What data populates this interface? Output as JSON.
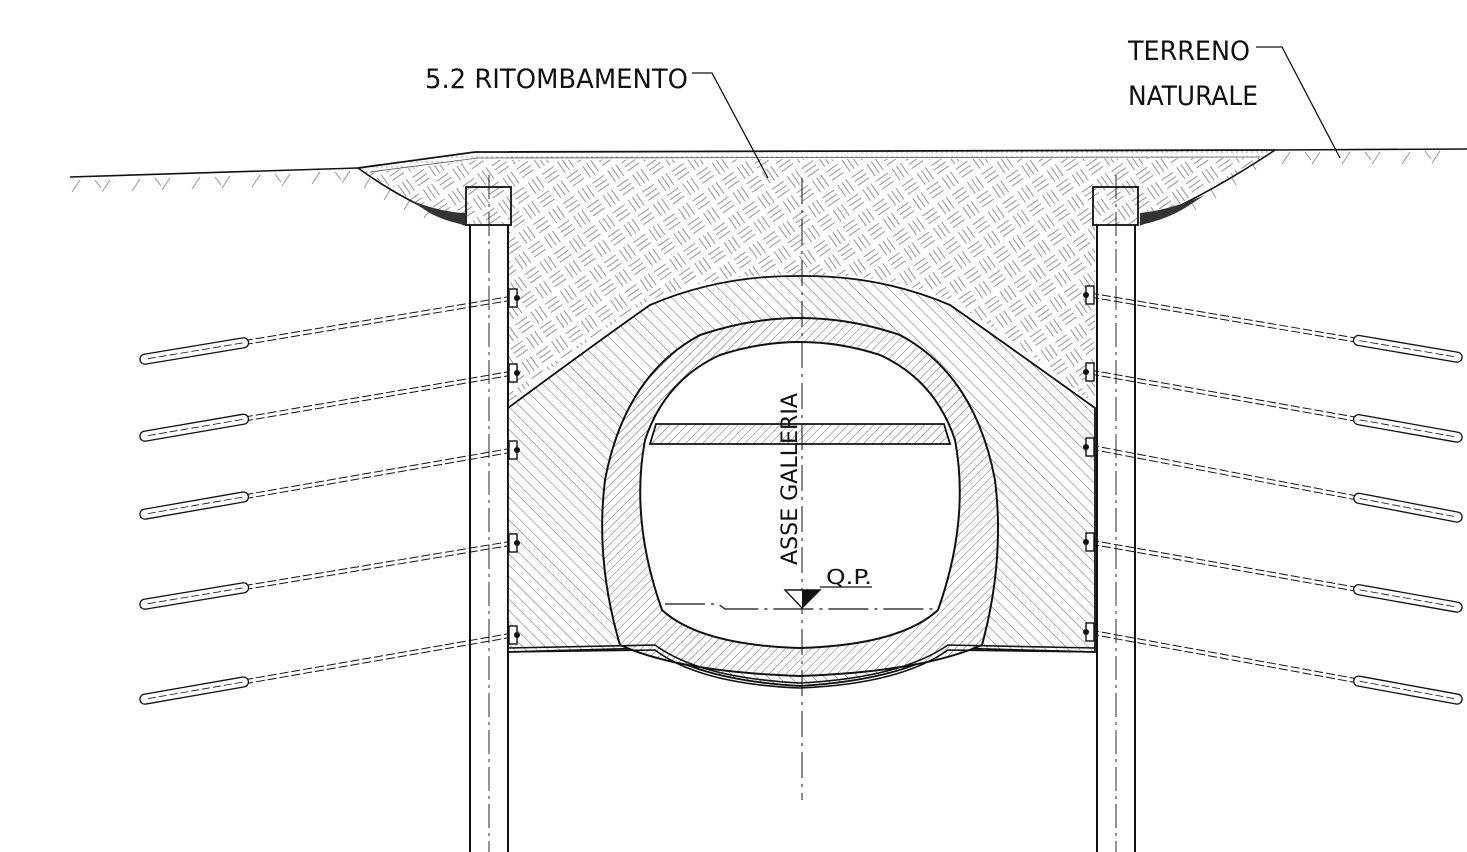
{
  "labels": {
    "backfill": "5.2  RITOMBAMENTO",
    "natural_ground_line1": "TERRENO",
    "natural_ground_line2": "NATURALE",
    "tunnel_axis": "ASSE  GALLERIA",
    "level_mark": "Q.P."
  },
  "colors": {
    "line": "#111111",
    "background": "#ffffff"
  },
  "anchors": {
    "left_count": 5,
    "right_count": 5
  }
}
